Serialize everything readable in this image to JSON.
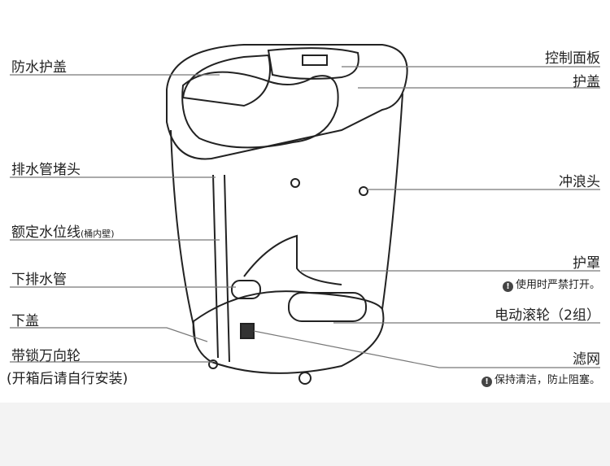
{
  "left_labels": {
    "cover": "防水护盖",
    "drain_plug": "排水管堵头",
    "water_line": "额定水位线",
    "water_line_note": "(桶内壁)",
    "lower_drain": "下排水管",
    "lower_cover": "下盖",
    "wheels": "带锁万向轮",
    "wheels_note": "(开箱后请自行安装)"
  },
  "right_labels": {
    "control_panel": "控制面板",
    "lid": "护盖",
    "jet": "冲浪头",
    "guard": "护罩",
    "guard_note": "使用时严禁打开。",
    "rollers": "电动滚轮（2组）",
    "filter": "滤网",
    "filter_note": "保持清洁，防止阻塞。"
  },
  "warning_icon": "!"
}
